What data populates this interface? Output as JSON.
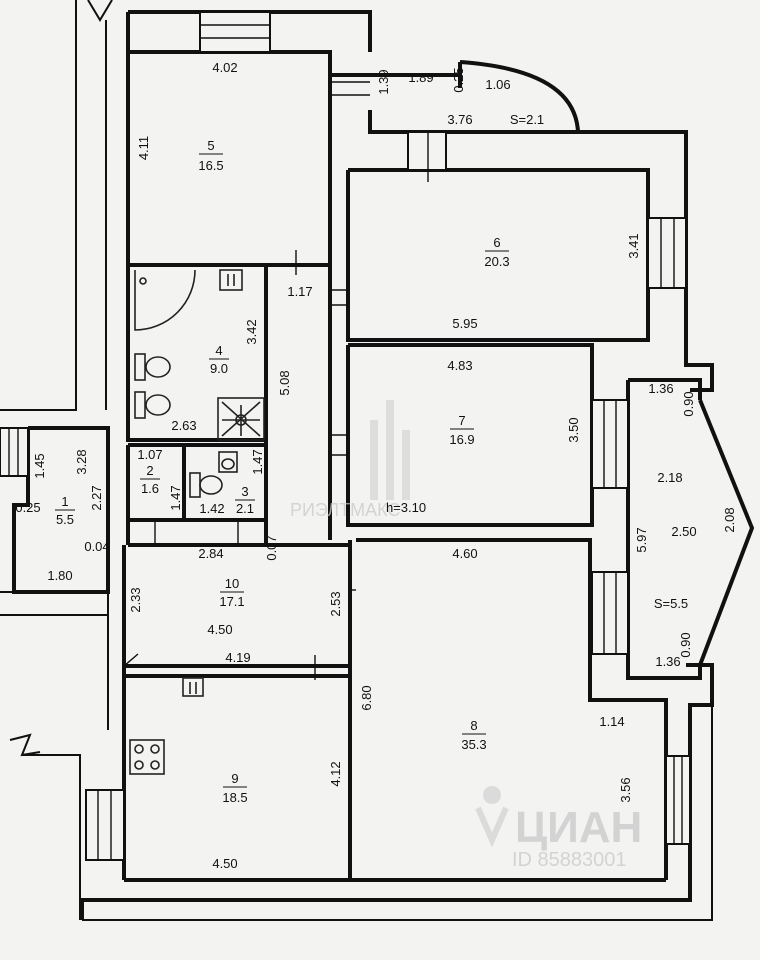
{
  "rooms": [
    {
      "id": "r1",
      "num": "1",
      "area": "5.5"
    },
    {
      "id": "r2",
      "num": "2",
      "area": "1.6"
    },
    {
      "id": "r3",
      "num": "3",
      "area": "2.1"
    },
    {
      "id": "r4",
      "num": "4",
      "area": "9.0"
    },
    {
      "id": "r5",
      "num": "5",
      "area": "16.5"
    },
    {
      "id": "r6",
      "num": "6",
      "area": "20.3"
    },
    {
      "id": "r7",
      "num": "7",
      "area": "16.9"
    },
    {
      "id": "r8",
      "num": "8",
      "area": "35.3"
    },
    {
      "id": "r9",
      "num": "9",
      "area": "18.5"
    },
    {
      "id": "r10",
      "num": "10",
      "area": "17.1"
    }
  ],
  "dims": {
    "d402": "4.02",
    "d411": "4.11",
    "d139": "1.39",
    "d189": "1.89",
    "d025a": "0.25",
    "d106": "1.06",
    "d376": "3.76",
    "s21": "S=2.1",
    "d117": "1.17",
    "d341": "3.41",
    "d595": "5.95",
    "d342": "3.42",
    "d508": "5.08",
    "d263": "2.63",
    "d483": "4.83",
    "d350": "3.50",
    "d136a": "1.36",
    "d090a": "0.90",
    "d218": "2.18",
    "d250": "2.50",
    "d208": "2.08",
    "d597": "5.97",
    "s55": "S=5.5",
    "d090b": "0.90",
    "d136b": "1.36",
    "d145": "1.45",
    "d328": "3.28",
    "d227": "2.27",
    "d025b": "0.25",
    "d180": "1.80",
    "d107": "1.07",
    "d147a": "1.47",
    "d147b": "1.47",
    "d142": "1.42",
    "h310": "h=3.10",
    "d004": "0.04",
    "d284": "2.84",
    "d007": "0.07",
    "d460": "4.60",
    "d233": "2.33",
    "d253": "2.53",
    "d450a": "4.50",
    "d419": "4.19",
    "d680": "6.80",
    "d114": "1.14",
    "d412": "4.12",
    "d356": "3.56",
    "d450b": "4.50"
  },
  "watermark": {
    "brand": "РИЭЛТМАКС",
    "cian": "ЦИАН",
    "id": "ID 85883001"
  }
}
